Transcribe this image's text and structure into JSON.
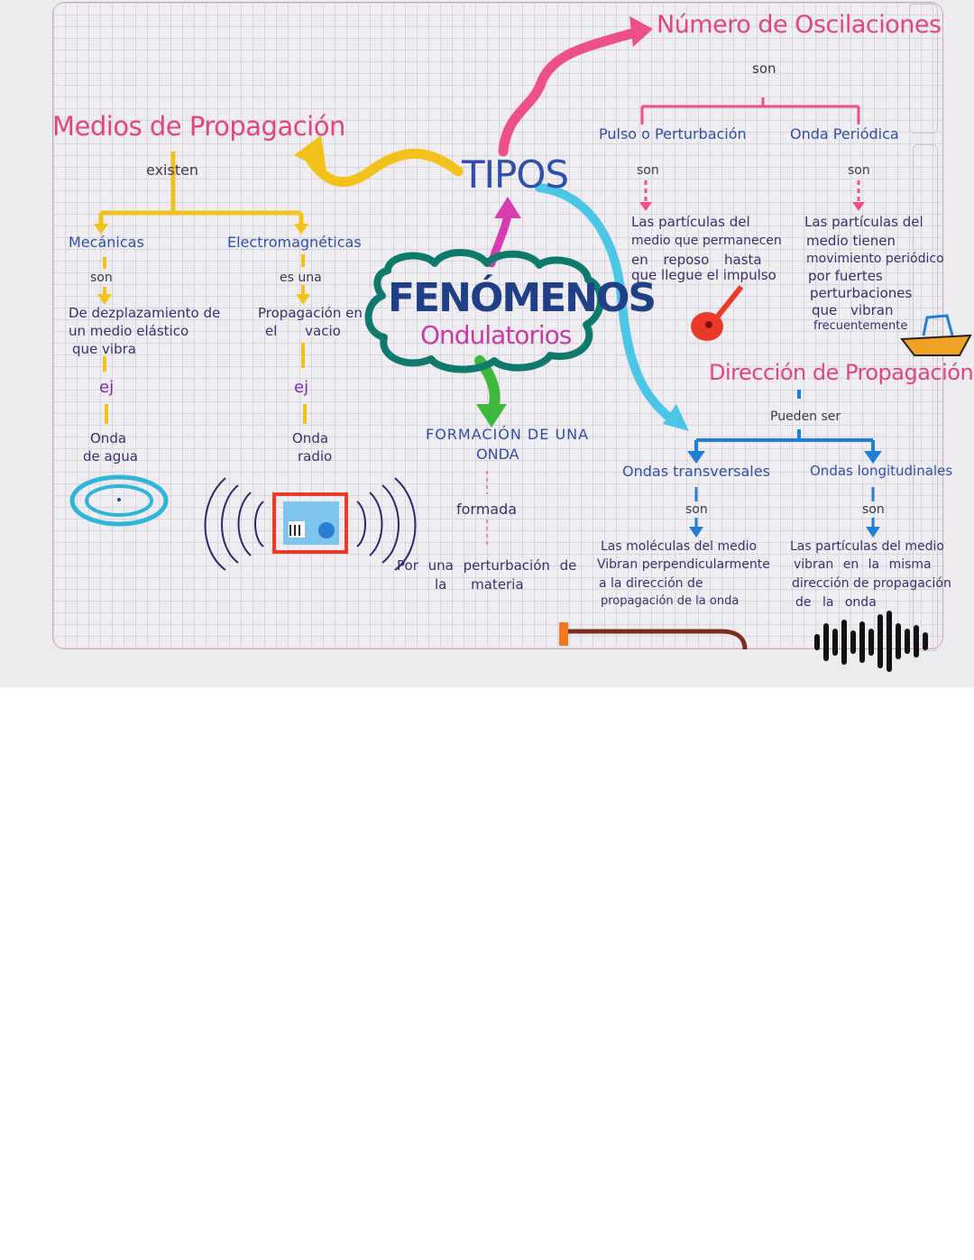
{
  "diagram": {
    "central": {
      "title": "FENÓMENOS",
      "subtitle": "Ondulatorios"
    },
    "tipos": "TIPOS",
    "medios": {
      "title": "Medios de Propagación",
      "connector": "existen",
      "mecanicas": {
        "label": "Mecánicas",
        "connector": "son",
        "description": [
          "De dezplazamiento de",
          "un medio elástico",
          "que vibra"
        ],
        "example_word": "ej",
        "example": [
          "Onda",
          "de agua"
        ]
      },
      "electromagneticas": {
        "label": "Electromagnéticas",
        "connector": "es una",
        "description": [
          "Propagación en",
          "el vacio"
        ],
        "example_word": "ej",
        "example": [
          "Onda",
          "radio"
        ]
      }
    },
    "formacion": {
      "title": [
        "FORMACIÓN DE UNA",
        "ONDA"
      ],
      "connector": "formada",
      "description": [
        "Por una perturbación de",
        "la materia"
      ]
    },
    "oscilaciones": {
      "title": "Número de Oscilaciones",
      "connector": "son",
      "pulso": {
        "label": "Pulso o Perturbación",
        "connector": "son",
        "description": [
          "Las partículas del",
          "medio que permanecen",
          "en reposo hasta",
          "que llegue el impulso"
        ]
      },
      "periodica": {
        "label": "Onda Periódica",
        "connector": "son",
        "description": [
          "Las partículas del",
          "medio tienen",
          "movimiento periódico",
          "por fuertes",
          "perturbaciones",
          "que vibran",
          "frecuentemente"
        ]
      }
    },
    "direccion": {
      "title": "Dirección de Propagación",
      "connector": "Pueden ser",
      "transversales": {
        "label": "Ondas transversales",
        "connector": "son",
        "description": [
          "Las moléculas del medio",
          "Vibran perpendicularmente",
          "a la dirección de",
          "propagación de la onda"
        ]
      },
      "longitudinales": {
        "label": "Ondas longitudinales",
        "connector": "son",
        "description": [
          "Las partículas del medio",
          "vibran en la misma",
          "dirección de propagación",
          "de la onda"
        ]
      }
    },
    "icons": [
      "water-wave-icon",
      "radio-icon",
      "guitar-icon",
      "boat-icon",
      "rope-icon",
      "sound-wave-icon"
    ],
    "colors": {
      "pink": "#ec4f8a",
      "yellow": "#f2c21a",
      "cyan": "#4cc6e6",
      "green": "#3cb83c",
      "blue": "#1f7fd6",
      "teal_cloud": "#0f7a6c",
      "magenta": "#d73db0",
      "red": "#ec3a2a"
    }
  }
}
